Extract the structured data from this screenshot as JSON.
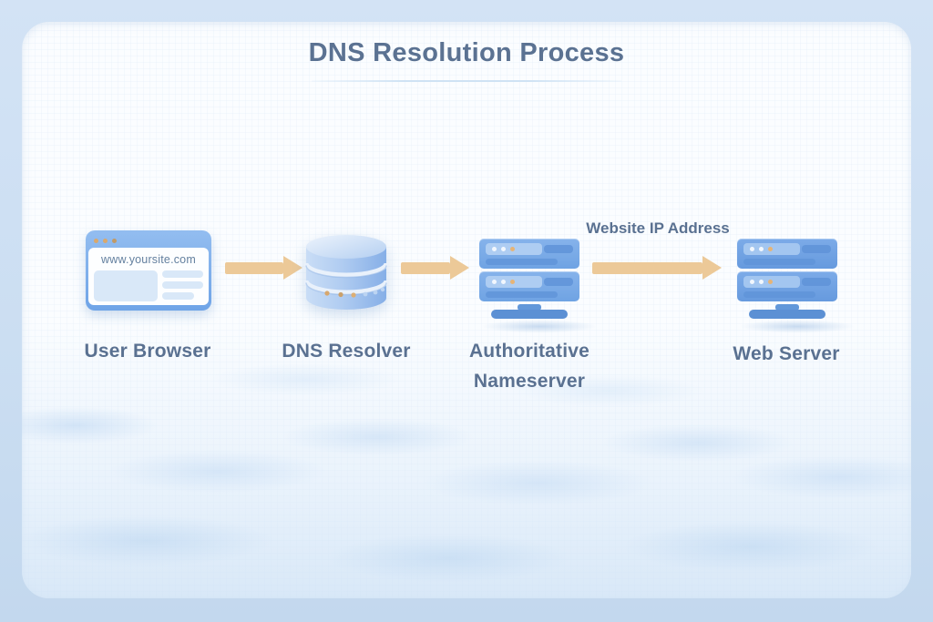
{
  "title": "DNS Resolution Process",
  "flow": {
    "nodes": [
      {
        "id": "user-browser",
        "label": "User Browser",
        "icon": "browser-window-icon",
        "browser_url": "www.yoursite.com"
      },
      {
        "id": "dns-resolver",
        "label": "DNS Resolver",
        "icon": "database-cylinder-icon"
      },
      {
        "id": "authoritative-nameserver",
        "label": "Authoritative Nameserver",
        "icon": "rack-server-icon"
      },
      {
        "id": "web-server",
        "label": "Web Server",
        "icon": "rack-server-icon"
      }
    ],
    "edges": [
      {
        "from": "user-browser",
        "to": "dns-resolver"
      },
      {
        "from": "dns-resolver",
        "to": "authoritative-nameserver"
      },
      {
        "from": "authoritative-nameserver",
        "to": "web-server",
        "label": "Website IP Address"
      }
    ]
  },
  "colors": {
    "frame": "#cbdef2",
    "card-bg": "#fbfdff",
    "title-text": "#5b7292",
    "label-text": "#5a7191",
    "arrow": "#ecc998",
    "icon-blue": "#7fb0ea",
    "icon-blue-dark": "#5c90d4",
    "accent-dot": "#d9a86c"
  }
}
